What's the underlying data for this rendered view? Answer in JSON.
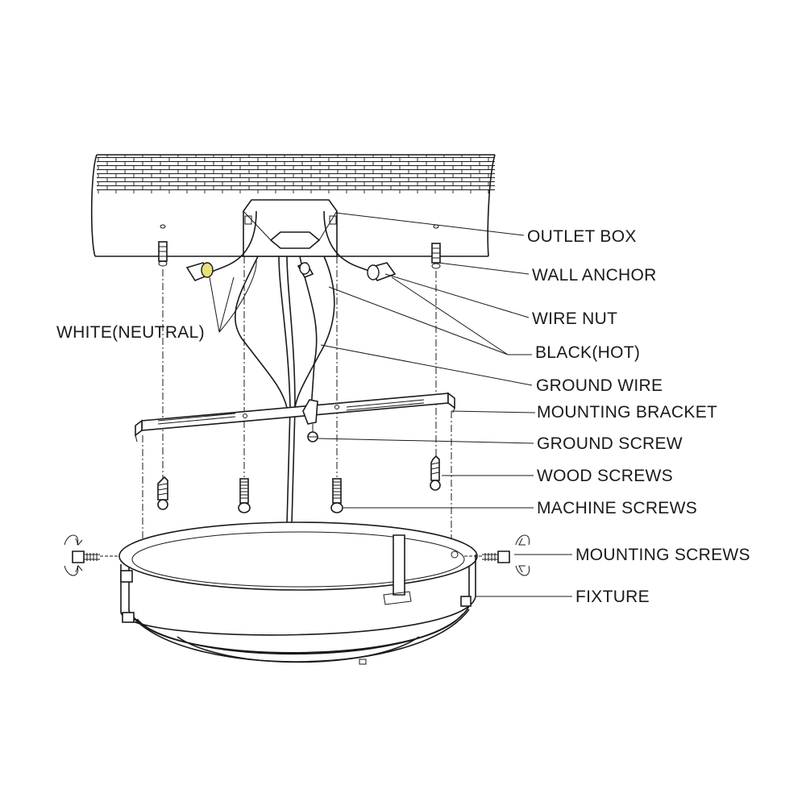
{
  "labels": {
    "outlet_box": "OUTLET BOX",
    "wall_anchor": "WALL ANCHOR",
    "wire_nut": "WIRE NUT",
    "black_hot": "BLACK(HOT)",
    "white_neutral": "WHITE(NEUTRAL)",
    "ground_wire": "GROUND WIRE",
    "mounting_bracket": "MOUNTING BRACKET",
    "ground_screw": "GROUND SCREW",
    "wood_screws": "WOOD SCREWS",
    "machine_screws": "MACHINE SCREWS",
    "mounting_screws": "MOUNTING SCREWS",
    "fixture": "FIXTURE"
  },
  "colors": {
    "ink": "#1a1a1a",
    "background": "#ffffff",
    "wire_nut_highlight": "#e8e07a"
  }
}
